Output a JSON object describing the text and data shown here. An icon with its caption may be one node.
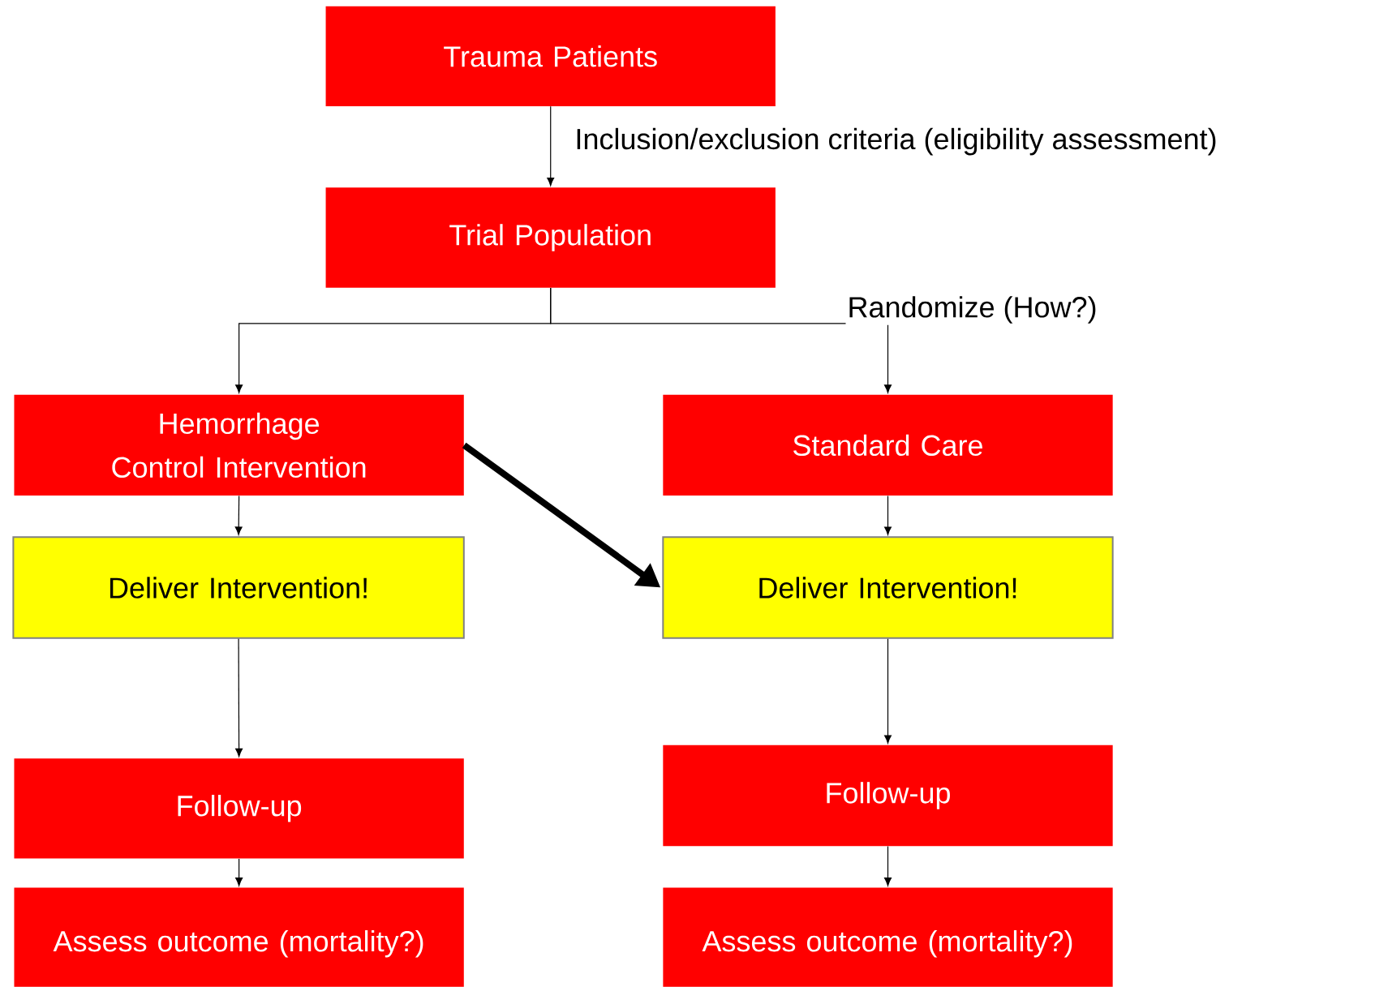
{
  "diagram": {
    "nodes": [
      {
        "text": [
          "Trauma Patients"
        ]
      },
      {
        "text": [
          "Trial Population"
        ]
      },
      {
        "text": [
          "Hemorrhage Control Intervention"
        ]
      },
      {
        "text": [
          "Standard Care"
        ]
      },
      {
        "text": [
          "Deliver Intervention!"
        ]
      },
      {
        "text": [
          "Deliver Intervention!"
        ]
      },
      {
        "text": [
          "Follow-up"
        ]
      },
      {
        "text": [
          "Follow-up"
        ]
      },
      {
        "text": [
          "Assess outcome (mortality?)"
        ]
      },
      {
        "text": [
          "Assess outcome (mortality?)"
        ]
      }
    ],
    "edges": [
      {
        "from": 0,
        "to": 1,
        "arrow": "to",
        "label": "Inclusion/exclusion criteria (eligibility assessment)"
      },
      {
        "from": 1,
        "to": 2,
        "arrow": "to"
      },
      {
        "from": 1,
        "to": 3,
        "arrow": "to",
        "label": "Randomize (How?)"
      },
      {
        "from": 2,
        "to": 4,
        "arrow": "to"
      },
      {
        "from": 3,
        "to": 5,
        "arrow": "to"
      },
      {
        "from": 2,
        "to": 5,
        "arrow": "to",
        "style": "thick"
      },
      {
        "from": 4,
        "to": 6,
        "arrow": "to"
      },
      {
        "from": 5,
        "to": 7,
        "arrow": "to"
      },
      {
        "from": 6,
        "to": 8,
        "arrow": "to"
      },
      {
        "from": 7,
        "to": 9,
        "arrow": "to"
      }
    ]
  }
}
